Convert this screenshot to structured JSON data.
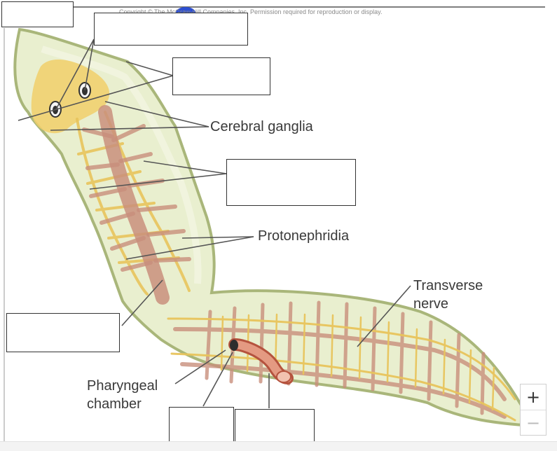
{
  "header": {
    "copyright": "Copyright © The McGraw-Hill Companies, Inc. Permission required for reproduction or display."
  },
  "labels": {
    "cerebral_ganglia": "Cerebral ganglia",
    "protonephridia": "Protonephridia",
    "transverse_nerve_line1": "Transverse",
    "transverse_nerve_line2": "nerve",
    "pharyngeal_line1": "Pharyngeal",
    "pharyngeal_line2": "chamber"
  },
  "answer_boxes": [
    {
      "id": "box-1",
      "value": ""
    },
    {
      "id": "box-2",
      "value": ""
    },
    {
      "id": "box-3",
      "value": ""
    },
    {
      "id": "box-4",
      "value": ""
    },
    {
      "id": "box-5",
      "value": ""
    },
    {
      "id": "box-6",
      "value": ""
    },
    {
      "id": "box-7",
      "value": ""
    }
  ],
  "zoom": {
    "in": "+",
    "out": "−"
  },
  "colors": {
    "body_fill": "#e9efcf",
    "body_outline": "#a9b67a",
    "nerve": "#e8c45c",
    "gut": "#c98f7c",
    "leader": "#555555"
  }
}
